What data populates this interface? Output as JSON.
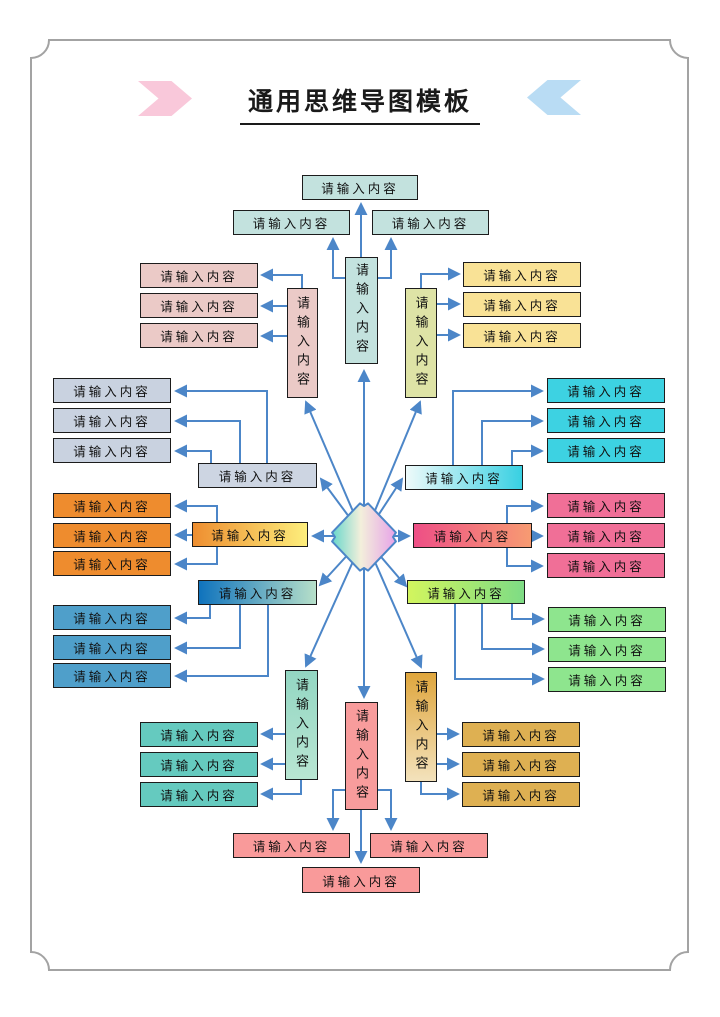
{
  "title": "通用思维导图模板",
  "node_placeholder": "请输入内容",
  "colors": {
    "connector": "#4c86c8",
    "frame": "#a3a3a3",
    "left_chevron": "#f9c8da",
    "right_chevron": "#b9dcf4",
    "center_gradient": [
      "#68d7cb",
      "#f3efdb",
      "#e7a3e8"
    ]
  },
  "branches": [
    {
      "name": "top",
      "label": "请输入内容",
      "fill": "#c3e2de",
      "child_fill": "#c3e2de",
      "children": [
        "请输入内容",
        "请输入内容",
        "请输入内容"
      ]
    },
    {
      "name": "top-left",
      "label": "请输入内容",
      "fill": "#ebcac7",
      "child_fill": "#ebcac7",
      "children": [
        "请输入内容",
        "请输入内容",
        "请输入内容"
      ]
    },
    {
      "name": "top-right",
      "label": "请输入内容",
      "fill": "#dee3a6",
      "child_fill": "#f9e296",
      "children": [
        "请输入内容",
        "请输入内容",
        "请输入内容"
      ]
    },
    {
      "name": "upper-left",
      "label": "请输入内容",
      "fill": "#cdd5e2",
      "child_fill": "#c9d2e0",
      "children": [
        "请输入内容",
        "请输入内容",
        "请输入内容"
      ]
    },
    {
      "name": "upper-right",
      "label": "请输入内容",
      "fill": "#eefafa",
      "fill2": "#38d0e2",
      "child_fill": "#3dd2e2",
      "children": [
        "请输入内容",
        "请输入内容",
        "请输入内容"
      ]
    },
    {
      "name": "left",
      "label": "请输入内容",
      "fill": "#ee8e30",
      "fill2": "#fdee7c",
      "child_fill": "#ee8c2e",
      "children": [
        "请输入内容",
        "请输入内容",
        "请输入内容"
      ]
    },
    {
      "name": "right",
      "label": "请输入内容",
      "fill": "#ee4f86",
      "fill2": "#f79b72",
      "child_fill": "#f06f97",
      "children": [
        "请输入内容",
        "请输入内容",
        "请输入内容"
      ]
    },
    {
      "name": "lower-left",
      "label": "请输入内容",
      "fill": "#0f73bd",
      "fill2": "#b6dfc9",
      "child_fill": "#4f9fca",
      "children": [
        "请输入内容",
        "请输入内容",
        "请输入内容"
      ]
    },
    {
      "name": "lower-right",
      "label": "请输入内容",
      "fill": "#d2f55e",
      "fill2": "#7edc85",
      "child_fill": "#8ee58e",
      "children": [
        "请输入内容",
        "请输入内容",
        "请输入内容"
      ]
    },
    {
      "name": "bottom-left",
      "label": "请输入内容",
      "fill": "#93d6c2",
      "fill2": "#b9e6d3",
      "child_fill": "#65cabf",
      "children": [
        "请输入内容",
        "请输入内容",
        "请输入内容"
      ]
    },
    {
      "name": "bottom-right",
      "label": "请输入内容",
      "fill": "#dfa63d",
      "fill2": "#f3e2bc",
      "child_fill": "#deb052",
      "children": [
        "请输入内容",
        "请输入内容",
        "请输入内容"
      ]
    },
    {
      "name": "bottom",
      "label": "请输入内容",
      "fill": "#f89c9c",
      "child_fill": "#f99a9a",
      "children": [
        "请输入内容",
        "请输入内容",
        "请输入内容"
      ]
    }
  ]
}
